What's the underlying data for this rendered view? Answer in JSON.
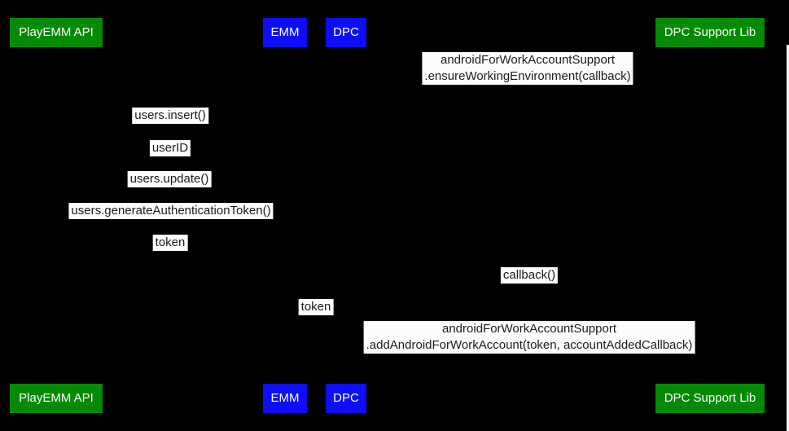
{
  "colors": {
    "background": "#000000",
    "actor_green": "#058a05",
    "actor_blue": "#0d0dfa",
    "label_bg": "#fcfcfc",
    "label_text": "#1c1c1c",
    "scrollbar": "#f2f2f2"
  },
  "actors": [
    {
      "id": "playemm-api",
      "label": "PlayEMM API",
      "color": "#058a05"
    },
    {
      "id": "emm",
      "label": "EMM",
      "color": "#0d0dfa"
    },
    {
      "id": "dpc",
      "label": "DPC",
      "color": "#0d0dfa"
    },
    {
      "id": "dpc-support-lib",
      "label": "DPC Support Lib",
      "color": "#058a05"
    }
  ],
  "messages": [
    {
      "lines": [
        "androidForWorkAccountSupport",
        ".ensureWorkingEnvironment(callback)"
      ]
    },
    {
      "lines": [
        "users.insert()"
      ]
    },
    {
      "lines": [
        "userID"
      ]
    },
    {
      "lines": [
        "users.update()"
      ]
    },
    {
      "lines": [
        "users.generateAuthenticationToken()"
      ]
    },
    {
      "lines": [
        "token"
      ]
    },
    {
      "lines": [
        "callback()"
      ]
    },
    {
      "lines": [
        "token"
      ]
    },
    {
      "lines": [
        "androidForWorkAccountSupport",
        ".addAndroidForWorkAccount(token, accountAddedCallback)"
      ]
    }
  ]
}
